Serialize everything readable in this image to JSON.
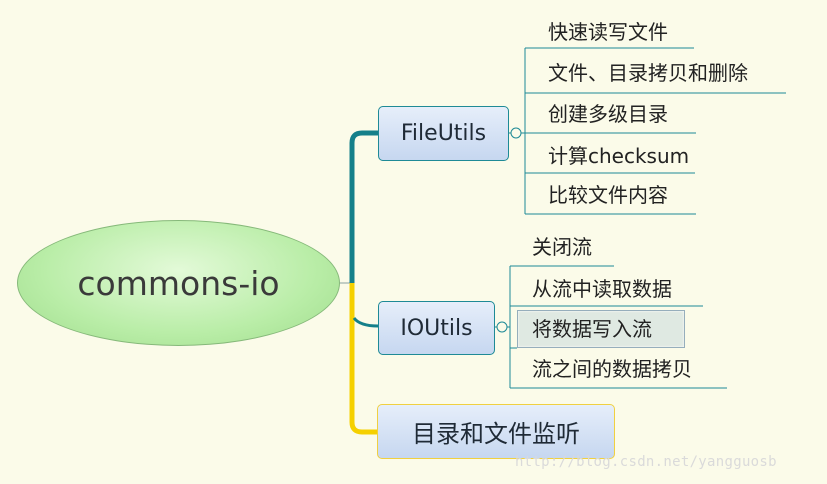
{
  "root": {
    "label": "commons-io"
  },
  "branches": [
    {
      "label": "FileUtils",
      "children": [
        "快速读写文件",
        "文件、目录拷贝和删除",
        "创建多级目录",
        "计算checksum",
        "比较文件内容"
      ]
    },
    {
      "label": "IOUtils",
      "children": [
        "关闭流",
        "从流中读取数据",
        "将数据写入流",
        "流之间的数据拷贝"
      ]
    },
    {
      "label": "目录和文件监听",
      "children": []
    }
  ],
  "watermark": "http://blog.csdn.net/yangguosb",
  "colors": {
    "background": "#fbfbe9",
    "connector_teal": "#15808a",
    "connector_yellow": "#f5d000",
    "root_fill": "#b9eda7",
    "branch_fill": "#d2e1f5"
  }
}
